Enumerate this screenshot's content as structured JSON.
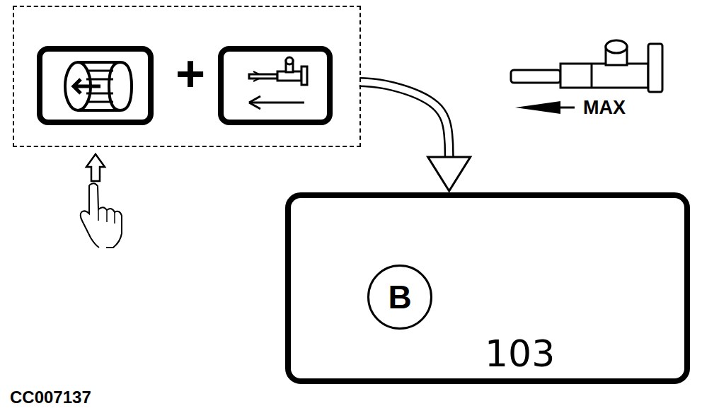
{
  "diagram": {
    "nodes": [
      {
        "text": [
          "+"
        ]
      },
      {
        "text": [
          "103"
        ]
      },
      {
        "text": [
          "B"
        ],
        "in": 1
      }
    ],
    "edges": [
      {
        "from": 0,
        "to": 1,
        "arrow": "to"
      }
    ],
    "labels": [
      "MAX",
      "CC007137"
    ]
  }
}
